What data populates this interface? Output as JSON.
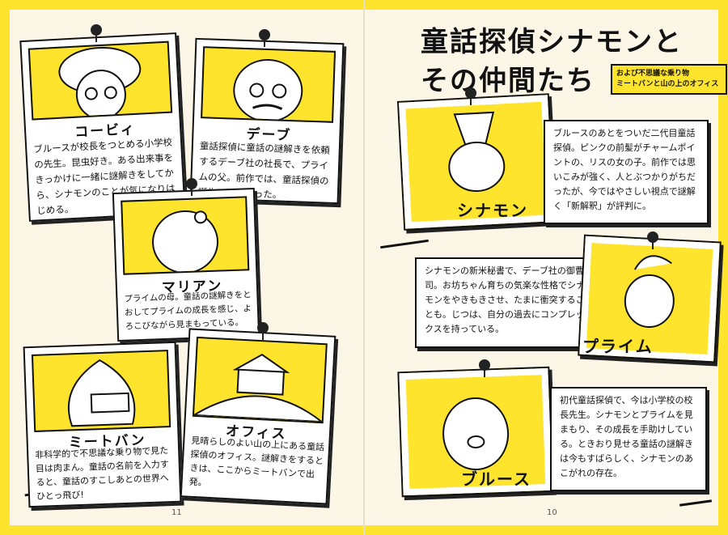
{
  "header": {
    "title_line1": "童話探偵シナモンと",
    "title_line2": "その仲間たち",
    "subtitle_line1": "および不思議な乗り物",
    "subtitle_line2": "ミートバンと山の上のオフィス"
  },
  "characters": [
    {
      "name": "コービィ",
      "desc": "ブルースが校長をつとめる小学校の先生。昆虫好き。ある出来事をきっかけに一緒に謎解きをしてから、シナモンのことが気になりはじめる。"
    },
    {
      "name": "デーブ",
      "desc": "童話探偵に童話の謎解きを依頼するデーブ社の社長で、プライムの父。前作では、童話探偵の誕生にかかわった。"
    },
    {
      "name": "マリアン",
      "desc": "プライムの母。童話の謎解きをとおしてプライムの成長を感じ、よろこびながら見まもっている。"
    },
    {
      "name": "ミートバン",
      "desc": "非科学的で不思議な乗り物で見た目は肉まん。童話の名前を入力すると、童話のすこしあとの世界へひとっ飛び!"
    },
    {
      "name": "オフィス",
      "desc": "見晴らしのよい山の上にある童話探偵のオフィス。謎解きをするときは、ここからミートバンで出発。"
    },
    {
      "name": "シナモン",
      "desc": "ブルースのあとをついだ二代目童話探偵。ピンクの前髪がチャームポイントの、リスの女の子。前作では思いこみが強く、人とぶつかりがちだったが、今ではやさしい視点で謎解く「新解釈」が評判に。"
    },
    {
      "name": "プライム",
      "desc": "シナモンの新米秘書で、デーブ社の御曹司。お坊ちゃん育ちの気楽な性格でシナモンをやきもきさせ、たまに衝突することも。じつは、自分の過去にコンプレックスを持っている。"
    },
    {
      "name": "ブルース",
      "desc": "初代童話探偵で、今は小学校の校長先生。シナモンとプライムを見まもり、その成長を手助けしている。ときおり見せる童話の謎解きは今もすばらしく、シナモンのあこがれの存在。"
    }
  ],
  "pages": {
    "left": "11",
    "right": "10"
  },
  "colors": {
    "accent": "#ffe42e",
    "ink": "#111111",
    "paper": "#fbf6e6"
  }
}
